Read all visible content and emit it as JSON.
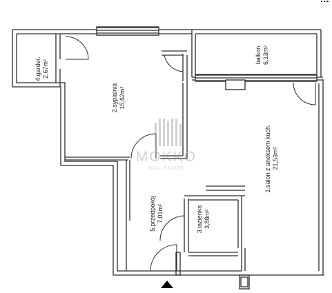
{
  "rooms": [
    {
      "id": "garderoba",
      "name": "4.garder.",
      "area": "2,67m²"
    },
    {
      "id": "sypialnia",
      "name": "2.sypialnia",
      "area": "15,62m²"
    },
    {
      "id": "balkon",
      "name": "balkon",
      "area": "6,13m²"
    },
    {
      "id": "salon",
      "name": "1.salon z aneksem kuch.",
      "area": "21,53m²"
    },
    {
      "id": "przedpokoj",
      "name": "5.przedpokój",
      "area": "7,01m²"
    },
    {
      "id": "lazienka",
      "name": "3.łazienka",
      "area": "3,88m²"
    }
  ],
  "watermark": {
    "brand": "MOKKO",
    "subtitle": "REAL ESTATE"
  },
  "colors": {
    "wall": "#2a2a2a",
    "watermark": "#9c9c9c",
    "entrance": "#000000"
  },
  "icons": {
    "entrance": "entrance-arrow-icon",
    "logo": "mokko-logo-icon"
  }
}
